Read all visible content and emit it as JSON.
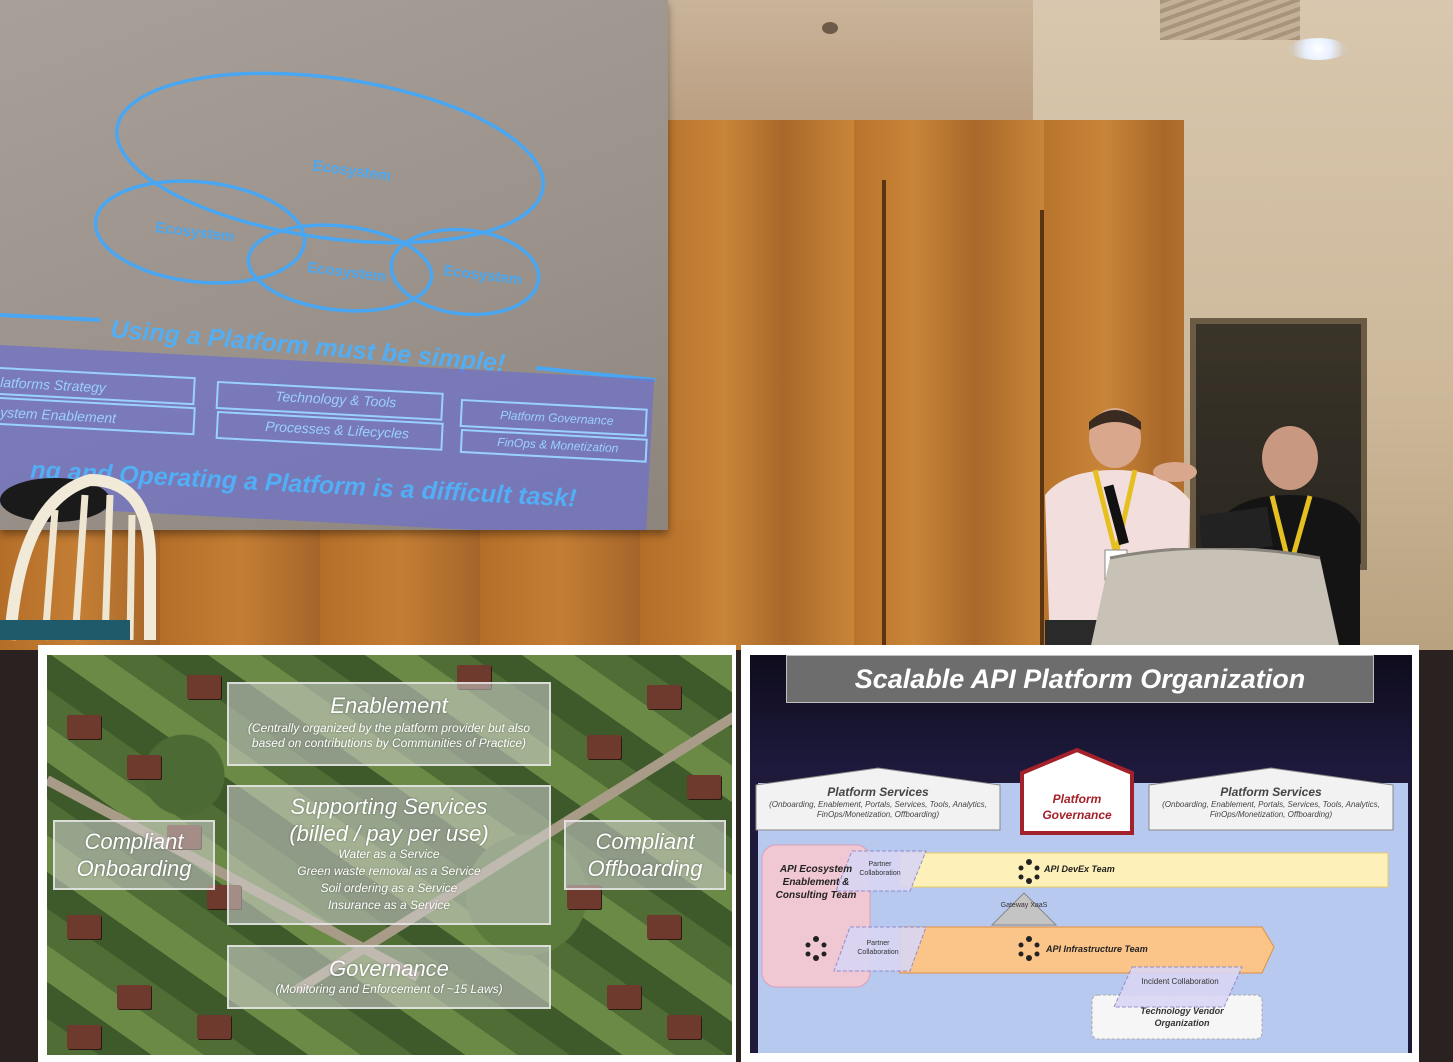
{
  "slide_ecosystem": {
    "ellipse_labels": [
      "Ecosystem",
      "Ecosystem",
      "Ecosystem",
      "Ecosystem"
    ],
    "headline": "Using a Platform must be simple!",
    "cells": [
      "latforms Strategy",
      "ystem Enablement",
      "Technology & Tools",
      "Processes & Lifecycles",
      "Platform Governance",
      "FinOps & Monetization"
    ],
    "bottom_line": "ng and Operating a Platform is a difficult task!"
  },
  "neighborhood": {
    "enablement": {
      "title": "Enablement",
      "desc": "(Centrally organized by the platform provider but also based on contributions by Communities of Practice)"
    },
    "supporting": {
      "title": "Supporting Services (billed / pay per use)",
      "items": [
        "Water as a Service",
        "Green waste removal as a Service",
        "Soil ordering as a Service",
        "Insurance as a Service"
      ]
    },
    "onboarding": "Compliant Onboarding",
    "offboarding": "Compliant Offboarding",
    "governance": {
      "title": "Governance",
      "desc": "(Monitoring and Enforcement of ~15 Laws)"
    }
  },
  "org_slide": {
    "title": "Scalable API Platform Organization",
    "platform_services_left": {
      "title": "Platform Services",
      "desc": "(Onboarding, Enablement, Portals, Services, Tools, Analytics, FinOps/Monetization, Offboarding)"
    },
    "platform_governance": "Platform Governance",
    "platform_services_right": {
      "title": "Platform Services",
      "desc": "(Onboarding, Enablement, Portals, Services, Tools, Analytics, FinOps/Monetization, Offboarding)"
    },
    "ecosystem_team": "API Ecosystem Enablement & Consulting Team",
    "partner_collab_1": "Partner Collaboration",
    "devex_team": "API DevEx Team",
    "gateway": "Gateway XaaS",
    "partner_collab_2": "Partner Collaboration",
    "infra_team": "API Infrastructure Team",
    "incident": "Incident Collaboration",
    "vendor": "Technology Vendor Organization"
  },
  "colors": {
    "slide_blue": "#3aa0f0",
    "devex_bar": "#fdf0b8",
    "infra_bar": "#fbc58a",
    "gov_red": "#a3212a",
    "ecosystem_box": "#f0c8d4"
  }
}
